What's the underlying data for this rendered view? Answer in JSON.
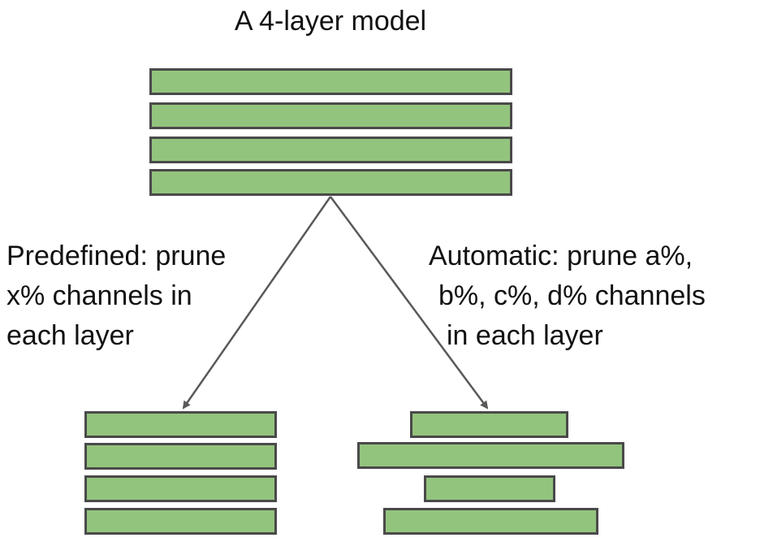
{
  "title": "A 4-layer model",
  "colors": {
    "layer_fill": "#93c47d",
    "layer_border": "#4a4a4a",
    "arrow": "#595959"
  },
  "original_model": {
    "layers": 4
  },
  "predefined": {
    "caption_lines": [
      "Predefined: prune",
      "x% channels in",
      "each layer"
    ]
  },
  "automatic": {
    "caption_lines": [
      "Automatic: prune a%,",
      "b%, c%, d% channels",
      "in each layer"
    ]
  }
}
